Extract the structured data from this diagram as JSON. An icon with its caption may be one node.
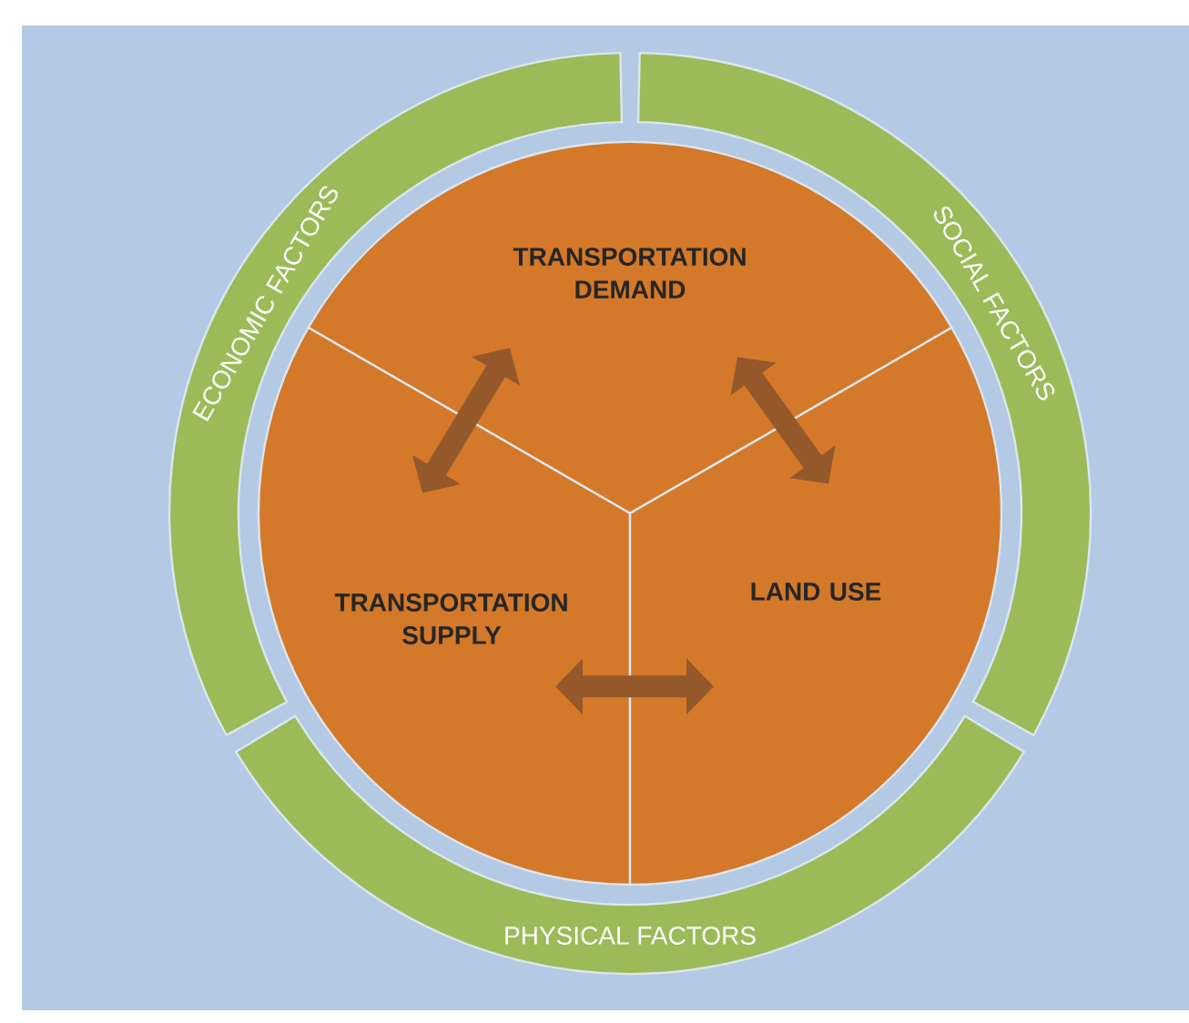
{
  "diagram": {
    "nodes": [
      {
        "text": [
          "ECONOMIC FACTORS"
        ]
      },
      {
        "text": [
          "SOCIAL FACTORS"
        ]
      },
      {
        "text": [
          "PHYSICAL FACTORS"
        ]
      },
      {
        "text": [
          "TRANSPORTATION DEMAND"
        ]
      },
      {
        "text": [
          "TRANSPORTATION SUPPLY"
        ]
      },
      {
        "text": [
          "LAND USE"
        ]
      }
    ],
    "edges": [
      {
        "from": 3,
        "to": 4,
        "arrow": "both"
      },
      {
        "from": 3,
        "to": 5,
        "arrow": "both"
      },
      {
        "from": 4,
        "to": 5,
        "arrow": "both"
      }
    ]
  }
}
